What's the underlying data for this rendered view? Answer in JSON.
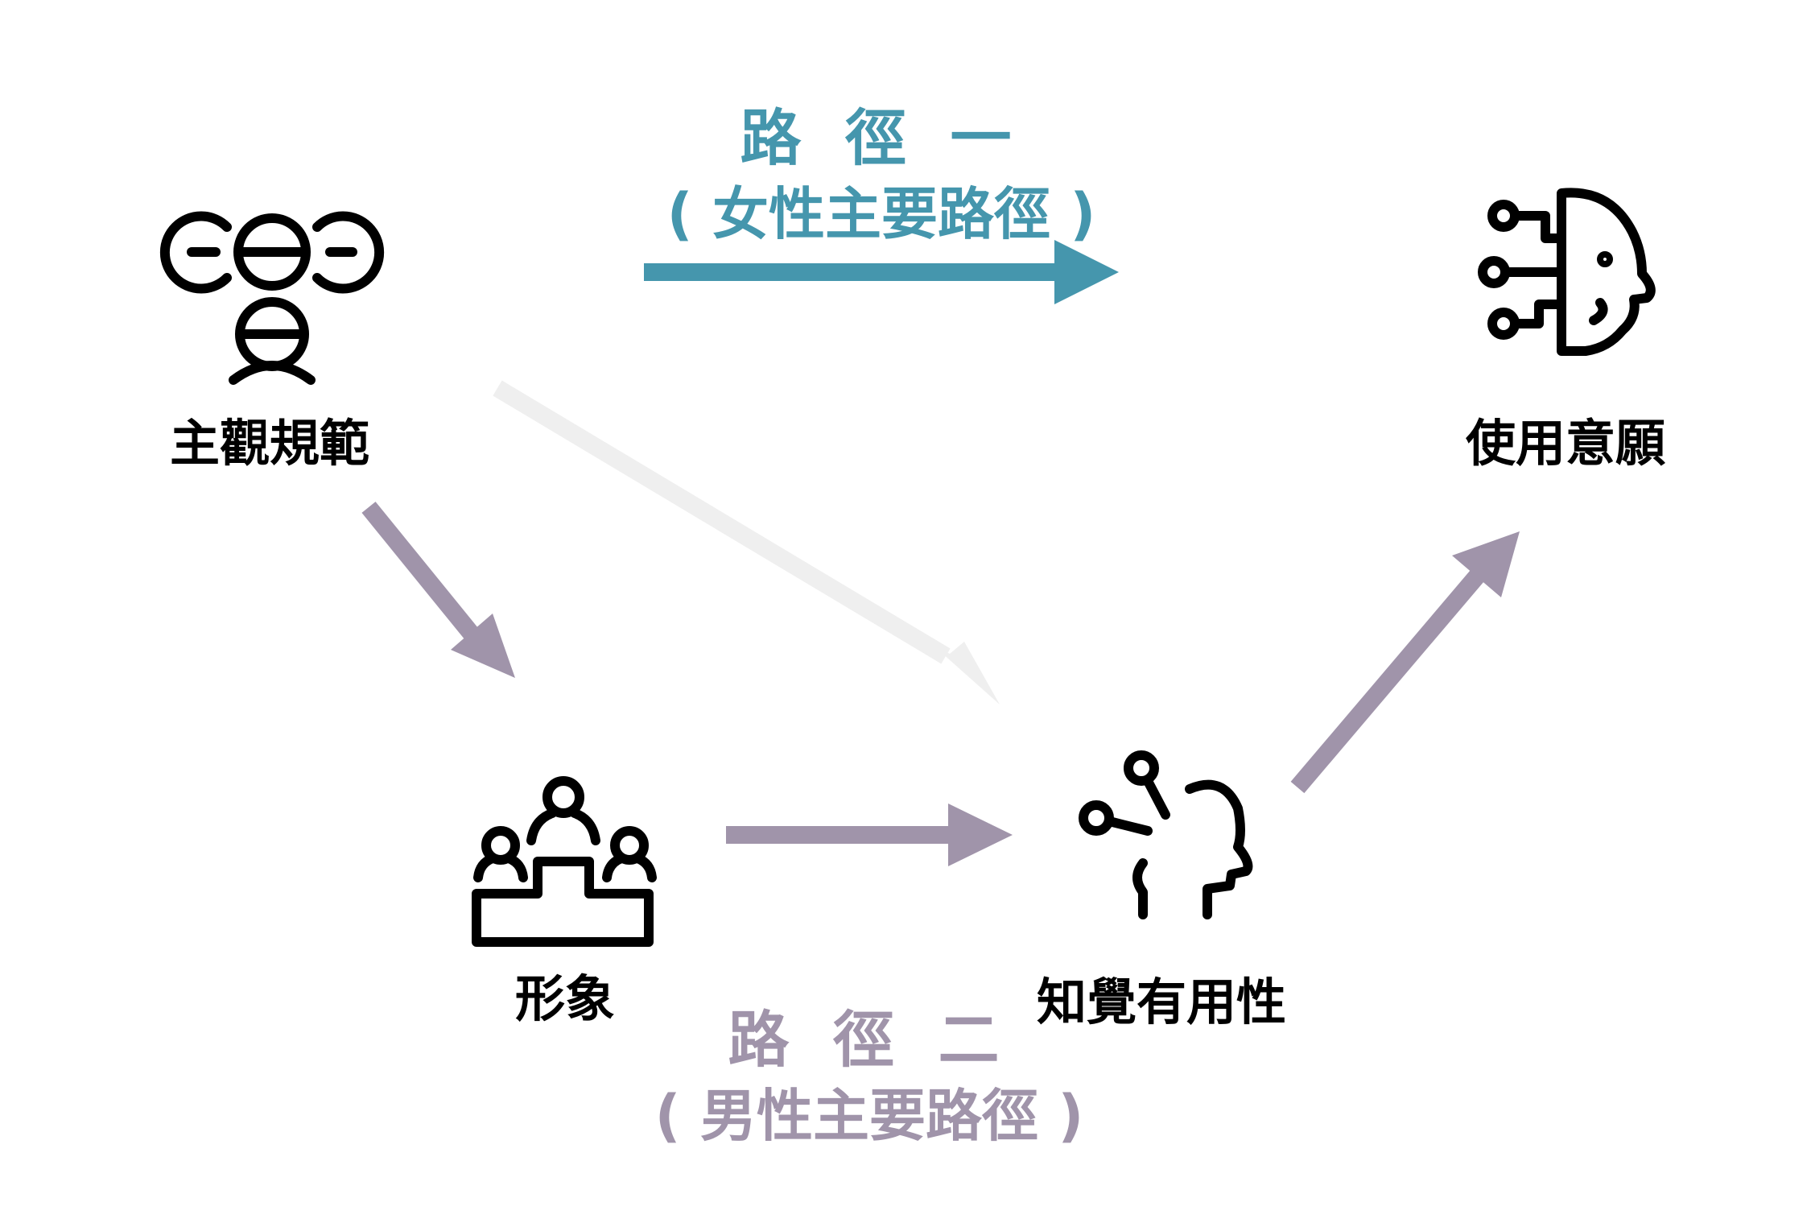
{
  "nodes": {
    "subjective_norm": {
      "label": "主觀規範",
      "icon": "brain-faces-icon"
    },
    "image": {
      "label": "形象",
      "icon": "podium-people-icon"
    },
    "perceived_usefulness": {
      "label": "知覺有用性",
      "icon": "head-nodes-icon"
    },
    "intention_to_use": {
      "label": "使用意願",
      "icon": "ai-head-circuit-icon"
    }
  },
  "paths": {
    "path1": {
      "title": "路 徑 一",
      "subtitle": "( 女性主要路徑 )"
    },
    "path2": {
      "title": "路 徑 二",
      "subtitle": "( 男性主要路徑 )"
    }
  },
  "colors": {
    "path1": "#4596ad",
    "path2": "#a094aa",
    "faded_arrow": "#efefef",
    "text": "#000000"
  }
}
